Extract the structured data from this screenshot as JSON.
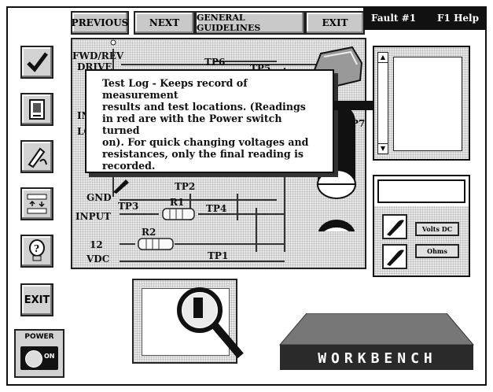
{
  "nav": {
    "previous": "PREVIOUS",
    "next": "NEXT",
    "general_guidelines": "GENERAL GUIDELINES",
    "exit": "EXIT"
  },
  "header": {
    "fault": "Fault #1",
    "help": "F1 Help"
  },
  "toolbar": {
    "tools": [
      {
        "icon": "checkmark-icon"
      },
      {
        "icon": "document-icon"
      },
      {
        "icon": "pen-icon"
      },
      {
        "icon": "transfer-icon"
      },
      {
        "icon": "lightbulb-icon"
      }
    ],
    "exit_label": "EXIT",
    "power": {
      "label": "POWER",
      "state": "ON"
    }
  },
  "schematic": {
    "labels": {
      "fwd_rev": "FWD/REV",
      "drive_partial": "DRIVE",
      "tp6": "TP6",
      "tp5_partial": "TP5",
      "tp7": "TP7",
      "in_partial": "IN",
      "lo_partial": "LO",
      "gnd": "GND",
      "tp2": "TP2",
      "input": "INPUT",
      "tp3": "TP3",
      "r1": "R1",
      "tp4": "TP4",
      "r2": "R2",
      "v12": "12",
      "vdc": "VDC",
      "tp1": "TP1"
    }
  },
  "tooltip": {
    "lines": [
      "Test Log - Keeps record of measurement",
      "results and test locations. (Readings",
      "in red are with the Power switch turned",
      "on). For quick changing voltages and",
      "resistances, only the final reading is",
      "recorded."
    ]
  },
  "meter": {
    "volts_label": "Volts DC",
    "ohms_label": "Ohms"
  },
  "workbench": {
    "label": "WORKBENCH"
  }
}
